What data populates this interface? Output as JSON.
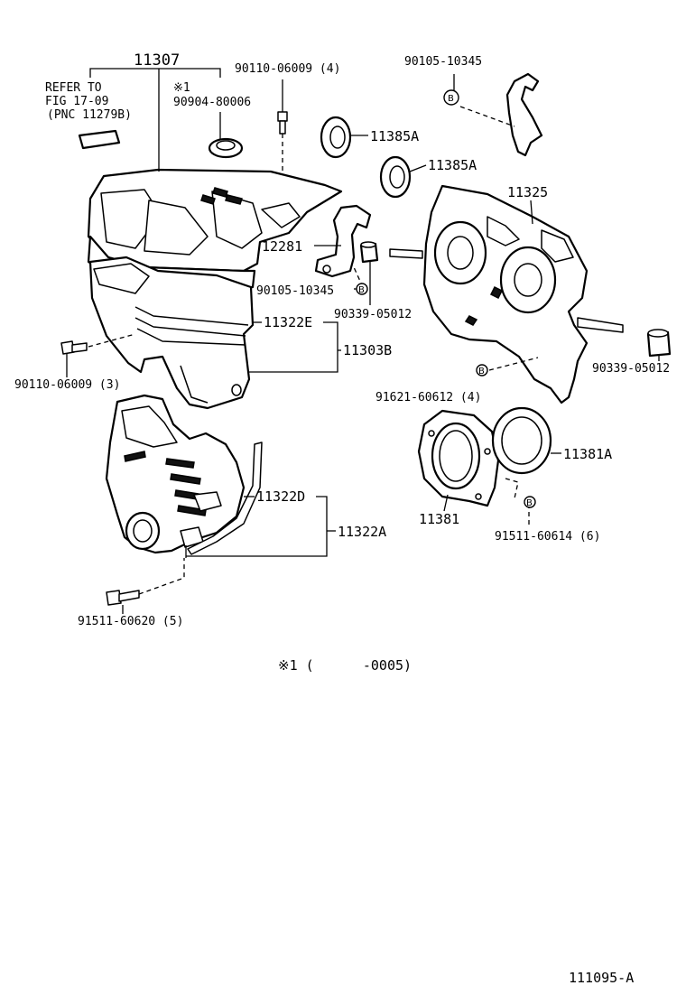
{
  "labels": {
    "p11307": "11307",
    "refer_line1": "REFER TO",
    "refer_line2": "FIG 17-09",
    "refer_line3": "(PNC 11279B)",
    "note_mark1": "※1",
    "p90904": "90904-80006",
    "p90110_top": "90110-06009 (4)",
    "p90105_top": "90105-10345",
    "p11385A_1": "11385A",
    "p11385A_2": "11385A",
    "p11325": "11325",
    "p12281": "12281",
    "p90105_mid": "90105-10345",
    "p90339_mid": "90339-05012",
    "p90339_right": "90339-05012",
    "p11322E": "11322E",
    "p11303B": "11303B",
    "p90110_left": "90110-06009 (3)",
    "p91621": "91621-60612 (4)",
    "p11381A": "11381A",
    "p11381": "11381",
    "p91511_614": "91511-60614 (6)",
    "p11322D": "11322D",
    "p11322A": "11322A",
    "p91511_620": "91511-60620 (5)",
    "footnote": "※1 (      -0005)",
    "figure_code": "111095-A",
    "b_mark": "B"
  }
}
